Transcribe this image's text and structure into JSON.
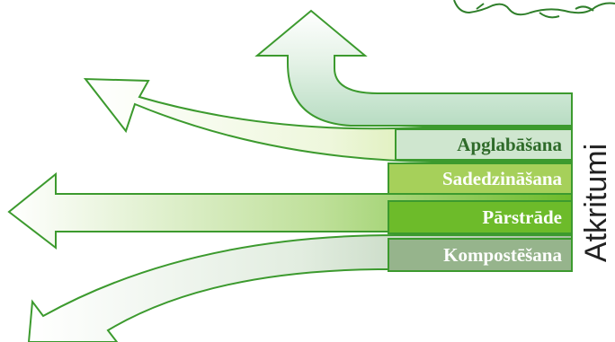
{
  "bands": [
    {
      "key": "apglabasana",
      "label": "Apglabāšana",
      "text_color": "#2f6b2a",
      "fill": "#cfe6cf"
    },
    {
      "key": "sadedzinasana",
      "label": "Sadedzināšana",
      "text_color": "#ffffff",
      "fill": "#a6d05a"
    },
    {
      "key": "parstrade",
      "label": "Pārstrāde",
      "text_color": "#ffffff",
      "fill": "#6dbb2a"
    },
    {
      "key": "kompostesana",
      "label": "Kompostēšana",
      "text_color": "#ffffff",
      "fill": "#96b48c"
    }
  ],
  "source_label": "Atkritumi",
  "colors": {
    "outline": "#3c9a2e",
    "source_text": "#222222",
    "deco_outline": "#2f7f2a"
  }
}
